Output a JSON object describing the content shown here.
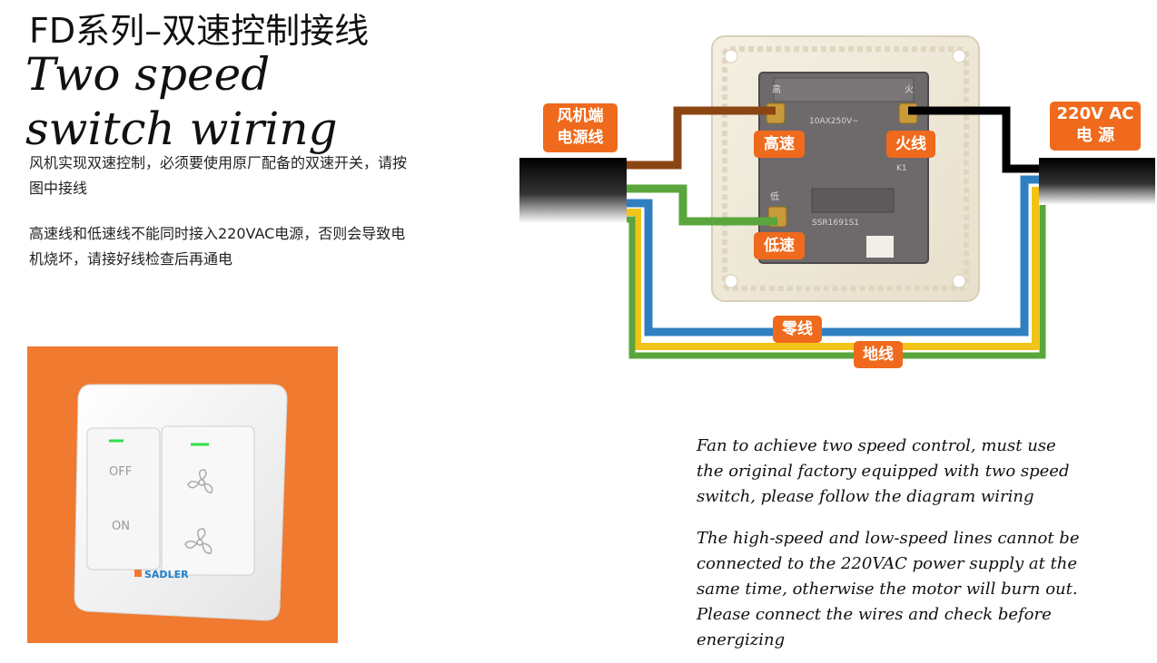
{
  "title": {
    "cn": "FD系列–双速控制接线",
    "en": "Two speed switch wiring"
  },
  "cn_paragraphs": [
    "风机实现双速控制，必须要使用原厂配备的双速开关，请按图中接线",
    "高速线和低速线不能同时接入220VAC电源，否则会导致电机烧坏，请接好线检查后再通电"
  ],
  "en_paragraphs": [
    "Fan to achieve two speed control, must use the original factory equipped with two speed switch, please follow the diagram wiring",
    "The high-speed and low-speed lines cannot be connected to the 220VAC power supply at the same time, otherwise the motor will burn out. Please connect the wires and check before energizing"
  ],
  "diagram": {
    "fan_label_line1": "风机端",
    "fan_label_line2": "电源线",
    "power_label_line1": "220V AC",
    "power_label_line2": "电 源",
    "high_speed": "高速",
    "low_speed": "低速",
    "live_wire": "火线",
    "neutral_wire": "零线",
    "ground_wire": "地线",
    "switch_rating": "10AX250V~",
    "switch_mark_k1": "K1",
    "switch_model": "SSR1691S1",
    "terminal_left": "高",
    "terminal_right": "火",
    "terminal_low": "低"
  },
  "product": {
    "off_label": "OFF",
    "on_label": "ON",
    "brand": "SADLER"
  },
  "colors": {
    "accent": "#ef6a1c",
    "photo_bg": "#ef7a30",
    "wire_brown": "#8b4513",
    "wire_green": "#5aa63c",
    "wire_blue": "#2f7fc1",
    "wire_yellow": "#f2c318",
    "wire_black": "#000000",
    "led_green": "#2fe04a"
  }
}
